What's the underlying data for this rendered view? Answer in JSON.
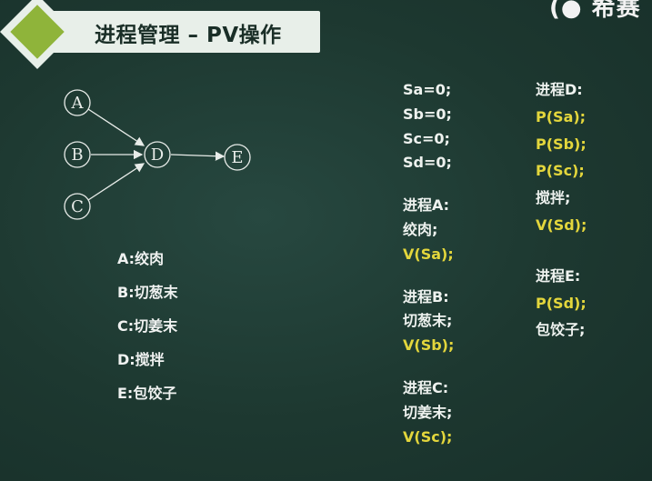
{
  "header": {
    "title": "进程管理 – PV操作",
    "logo_text": "(● 希赛"
  },
  "diagram": {
    "nodes": [
      "A",
      "B",
      "C",
      "D",
      "E"
    ]
  },
  "legend": [
    "A:绞肉",
    "B:切葱末",
    "C:切姜末",
    "D:搅拌",
    "E:包饺子"
  ],
  "code": {
    "init": [
      "Sa=0;",
      "Sb=0;",
      "Sc=0;",
      "Sd=0;"
    ],
    "procA": {
      "title": "进程A:",
      "lines": [
        "绞肉;",
        "V(Sa);"
      ]
    },
    "procB": {
      "title": "进程B:",
      "lines": [
        "切葱末;",
        "V(Sb);"
      ]
    },
    "procC": {
      "title": "进程C:",
      "lines": [
        "切姜末;",
        "V(Sc);"
      ]
    },
    "procD": {
      "title": "进程D:",
      "lines": [
        "P(Sa);",
        "P(Sb);",
        "P(Sc);",
        "搅拌;",
        "V(Sd);"
      ]
    },
    "procE": {
      "title": "进程E:",
      "lines": [
        "P(Sd);",
        "包饺子;"
      ]
    }
  },
  "colors": {
    "background": "#1f3b33",
    "accent_green": "#8fb43a",
    "code_highlight": "#e3d63c",
    "text": "#eef2ef"
  }
}
